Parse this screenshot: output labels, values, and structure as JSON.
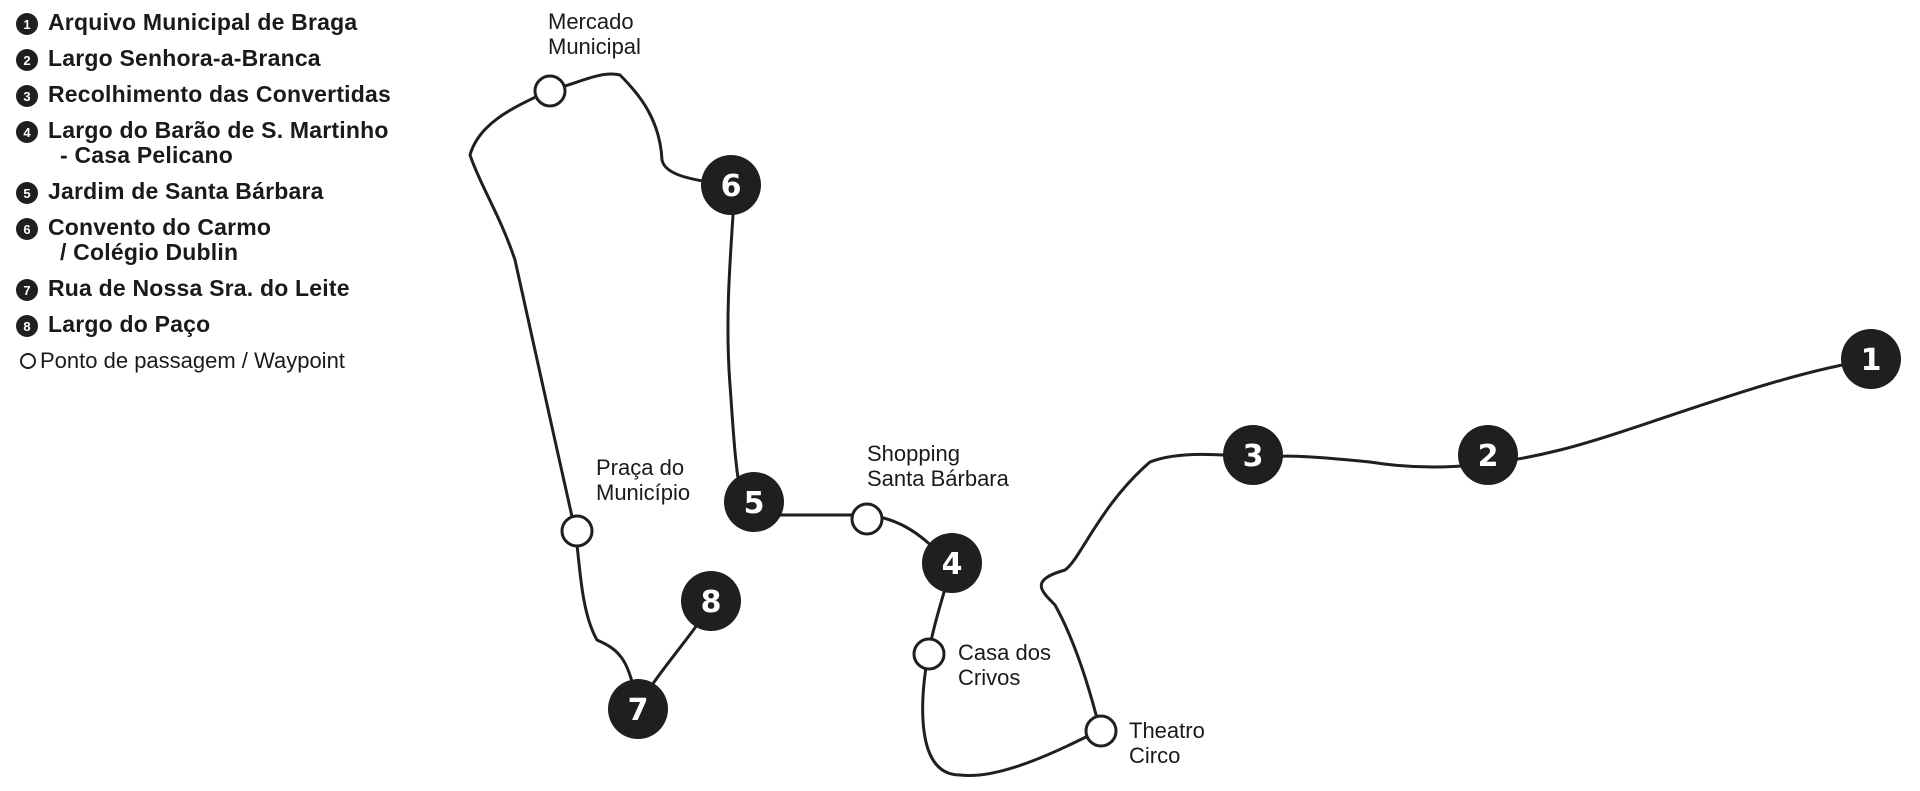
{
  "legend": {
    "stops": [
      {
        "number": "1",
        "line1": "Arquivo Municipal de Braga",
        "line2": ""
      },
      {
        "number": "2",
        "line1": "Largo Senhora-a-Branca",
        "line2": ""
      },
      {
        "number": "3",
        "line1": "Recolhimento das Convertidas",
        "line2": ""
      },
      {
        "number": "4",
        "line1": "Largo do Barão de S. Martinho",
        "line2": "- Casa Pelicano"
      },
      {
        "number": "5",
        "line1": "Jardim de Santa Bárbara",
        "line2": ""
      },
      {
        "number": "6",
        "line1": "Convento do Carmo",
        "line2": "/ Colégio Dublin"
      },
      {
        "number": "7",
        "line1": "Rua de Nossa Sra. do Leite",
        "line2": ""
      },
      {
        "number": "8",
        "line1": "Largo do Paço",
        "line2": ""
      }
    ],
    "waypoint_label": "Ponto de passagem / Waypoint"
  },
  "map": {
    "stop_numbers": [
      "1",
      "2",
      "3",
      "4",
      "5",
      "6",
      "7",
      "8"
    ],
    "waypoints": {
      "mercado": {
        "line1": "Mercado",
        "line2": "Municipal"
      },
      "praca": {
        "line1": "Praça do",
        "line2": "Município"
      },
      "shopping": {
        "line1": "Shopping",
        "line2": "Santa Bárbara"
      },
      "casa": {
        "line1": "Casa dos",
        "line2": "Crivos"
      },
      "theatro": {
        "line1": "Theatro",
        "line2": "Circo"
      }
    }
  },
  "colors": {
    "ink": "#1f1f1f",
    "background": "#ffffff"
  }
}
